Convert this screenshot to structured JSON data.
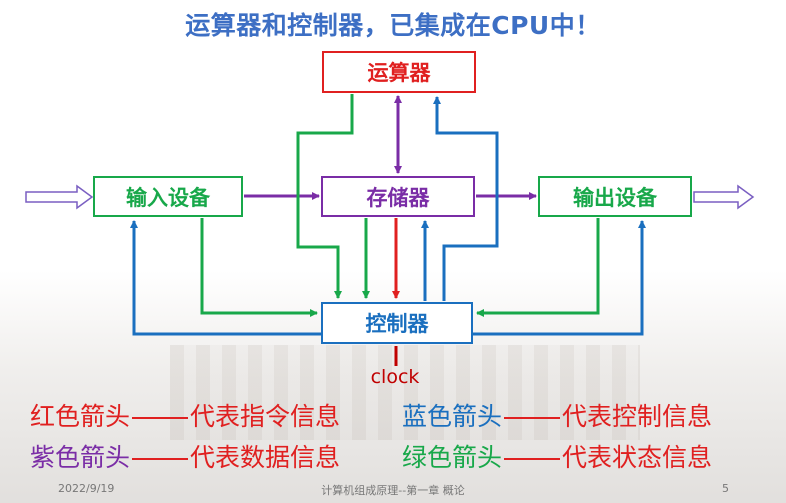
{
  "title": "运算器和控制器，已集成在CPU中！",
  "boxes": {
    "alu": "运算器",
    "memory": "存储器",
    "input": "输入设备",
    "output": "输出设备",
    "controller": "控制器"
  },
  "clock_label": "clock",
  "legend": [
    {
      "arrow": "红色箭头",
      "meaning": "代表指令信息",
      "color": "#e02020"
    },
    {
      "arrow": "蓝色箭头",
      "meaning": "代表控制信息",
      "color": "#1a6fbf"
    },
    {
      "arrow": "紫色箭头",
      "meaning": "代表数据信息",
      "color": "#7a2da6"
    },
    {
      "arrow": "绿色箭头",
      "meaning": "代表状态信息",
      "color": "#18a84a"
    }
  ],
  "colors": {
    "title": "#3d6fc4",
    "red": "#e02020",
    "blue": "#1a6fbf",
    "purple": "#7a2da6",
    "green": "#18a84a"
  },
  "footer": {
    "date": "2022/9/19",
    "course": "计算机组成原理--第一章 概论",
    "page": "5"
  }
}
